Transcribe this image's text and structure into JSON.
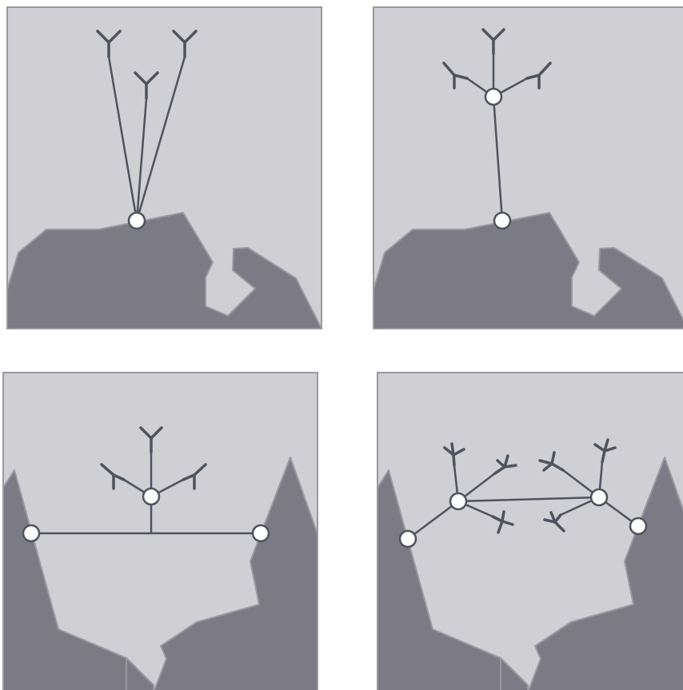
{
  "colors": {
    "background": "#ffffff",
    "sky": "#cfcfd4",
    "rock": "#7b7a85",
    "frame_stroke": "#9a99a2",
    "line": "#4f535c",
    "node_fill": "#ffffff"
  },
  "panels": [
    {
      "id": "panel-1",
      "description_icon": "rope-anchor-single-point",
      "anchors": 3,
      "master_points": 1
    },
    {
      "id": "panel-2",
      "description_icon": "rope-anchor-focal-point",
      "anchors": 3,
      "master_points": 2
    },
    {
      "id": "panel-3",
      "description_icon": "rope-anchor-span-guyline",
      "anchors": 3,
      "master_points": 3
    },
    {
      "id": "panel-4",
      "description_icon": "rope-anchor-double-focal-span",
      "anchors": 6,
      "master_points": 4
    }
  ]
}
